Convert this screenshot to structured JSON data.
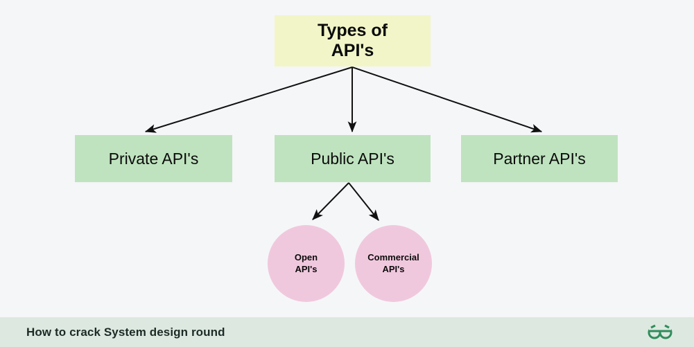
{
  "diagram": {
    "title": "Types of API's",
    "root": {
      "label": "Types of\nAPI's"
    },
    "level_two": [
      {
        "label": "Private API's"
      },
      {
        "label": "Public API's"
      },
      {
        "label": "Partner API's"
      }
    ],
    "level_three": [
      {
        "label": "Open\nAPI's"
      },
      {
        "label": "Commercial\nAPI's"
      }
    ]
  },
  "footer": {
    "caption": "How to crack System design round",
    "logo_name": "geeksforgeeks-logo"
  },
  "colors": {
    "background": "#f5f6f8",
    "root_fill": "#f2f5c8",
    "box_fill": "#bfe3bf",
    "circle_fill": "#f0c8dd",
    "arrow": "#111111",
    "footer_bar": "#dde8e0",
    "footer_text": "#1c2b26",
    "logo_green": "#2f8d5b"
  }
}
